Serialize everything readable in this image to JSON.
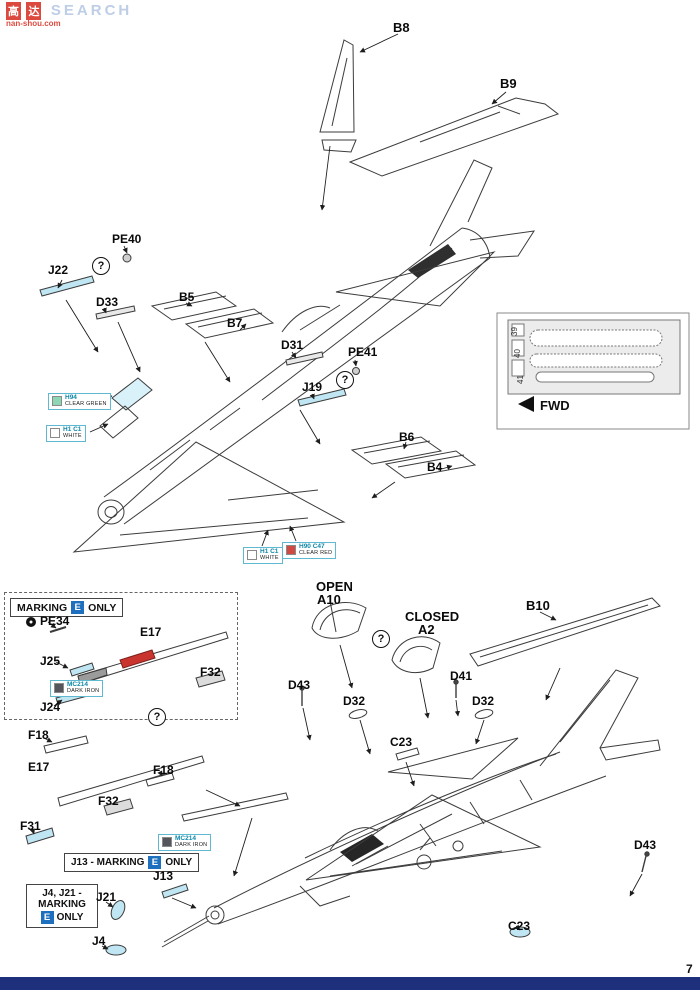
{
  "q": "?",
  "watermark": {
    "glyph1": "高",
    "glyph2": "达",
    "search": "SEARCH",
    "site": "nan-shou.com"
  },
  "page": {
    "number": "7"
  },
  "colors": {
    "badge_blue": "#1e6fbe",
    "footer_navy": "#1e2f7c",
    "part_red": "#c9342e",
    "part_cyan": "#bfe6f2",
    "chip_border": "#5fb9d0"
  },
  "top": {
    "b8": "B8",
    "b9": "B9",
    "pe40": "PE40",
    "j22": "J22",
    "d33": "D33",
    "b5": "B5",
    "b7": "B7",
    "d31": "D31",
    "pe41": "PE41",
    "j19": "J19",
    "b6": "B6",
    "b4": "B4",
    "chips": {
      "c1": {
        "code": "H94",
        "name": "CLEAR GREEN",
        "swatch": "#8fd7b4"
      },
      "c2": {
        "code": "H1 C1",
        "name": "WHITE",
        "swatch": "#ffffff"
      },
      "c3": {
        "code": "H1 C1",
        "name": "WHITE",
        "swatch": "#ffffff"
      },
      "c4": {
        "code": "H90 C47",
        "name": "CLEAR RED",
        "swatch": "#d04a42"
      }
    },
    "inset": {
      "fwd": "FWD",
      "n39": "39",
      "n40": "40",
      "n41": "41"
    }
  },
  "bottom": {
    "open": "OPEN",
    "a10": "A10",
    "closed": "CLOSED",
    "a2": "A2",
    "b10": "B10",
    "pe34": "PE34",
    "e17a": "E17",
    "j25": "J25",
    "f32a": "F32",
    "j24": "J24",
    "d43a": "D43",
    "d32a": "D32",
    "d41": "D41",
    "d32b": "D32",
    "c23a": "C23",
    "f18a": "F18",
    "e17b": "E17",
    "f18b": "F18",
    "f32b": "F32",
    "f31": "F31",
    "j13": "J13",
    "j21": "J21",
    "j4": "J4",
    "d43b": "D43",
    "c23b": "C23",
    "chips": {
      "c5": {
        "code": "MC214",
        "name": "DARK IRON",
        "swatch": "#55565c"
      },
      "c6": {
        "code": "MC214",
        "name": "DARK IRON",
        "swatch": "#55565c"
      }
    },
    "marking_header": {
      "pre": "MARKING",
      "badge": "E",
      "post": "ONLY"
    },
    "j13_box": {
      "pre": "J13 - MARKING",
      "badge": "E",
      "post": "ONLY"
    },
    "j4_box": {
      "line1": "J4, J21 -",
      "line2": "MARKING",
      "badge": "E",
      "post": "ONLY"
    }
  }
}
